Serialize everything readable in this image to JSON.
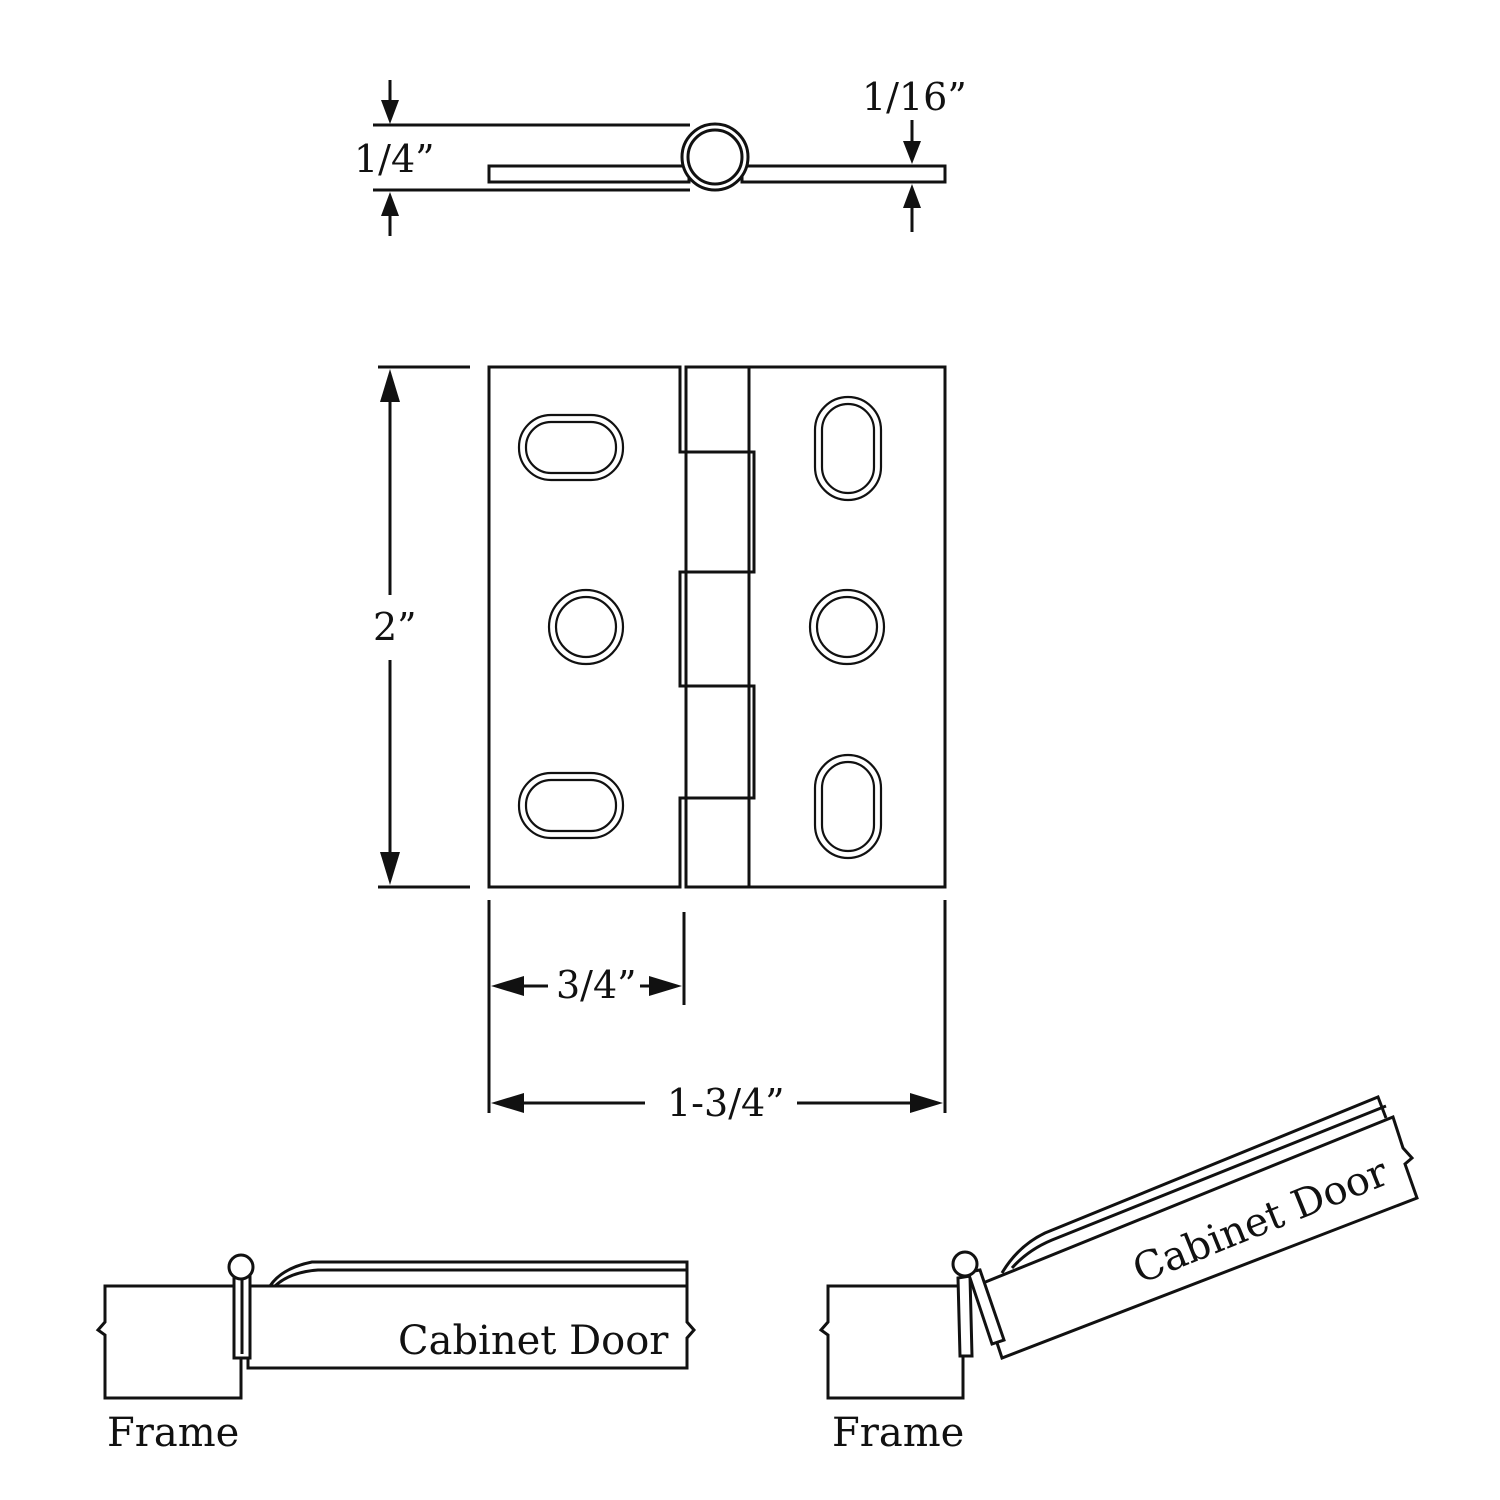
{
  "dimensions": {
    "leaf_thickness": "1/16”",
    "pin_diameter": "1/4”",
    "height": "2”",
    "leaf_width": "3/4”",
    "overall_width": "1-3/4”"
  },
  "install_closed": {
    "frame_label": "Frame",
    "door_label": "Cabinet Door"
  },
  "install_open": {
    "frame_label": "Frame",
    "door_label": "Cabinet Door"
  },
  "colors": {
    "line": "#111111",
    "background": "#ffffff"
  }
}
